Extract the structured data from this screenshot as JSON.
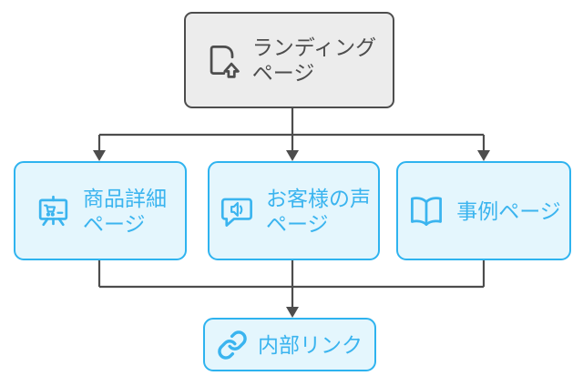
{
  "diagram": {
    "type": "flowchart",
    "background": "#ffffff",
    "colors": {
      "gray_node_fill": "#ececec",
      "gray_node_border": "#4d4d4d",
      "gray_node_text": "#4d4d4d",
      "blue_node_fill": "#e4f6fd",
      "blue_node_border": "#2eb3ef",
      "blue_node_text": "#3ab4ef",
      "edge": "#4d4d4d"
    },
    "nodes": [
      {
        "id": "landing-page",
        "variant": "gray",
        "icon": "page-upload-icon",
        "lines": [
          "ランディング",
          "ページ"
        ]
      },
      {
        "id": "product-detail-page",
        "variant": "blue",
        "icon": "presentation-board-cart-icon",
        "lines": [
          "商品詳細",
          "ページ"
        ]
      },
      {
        "id": "customer-voice-page",
        "variant": "blue",
        "icon": "speech-bubble-voice-icon",
        "lines": [
          "お客様の声",
          "ページ"
        ]
      },
      {
        "id": "case-study-page",
        "variant": "blue",
        "icon": "open-book-icon",
        "lines": [
          "事例ページ"
        ]
      },
      {
        "id": "internal-link",
        "variant": "blue",
        "icon": "link-icon",
        "lines": [
          "内部リンク"
        ]
      }
    ],
    "edges": [
      {
        "from": "landing-page",
        "to": "product-detail-page"
      },
      {
        "from": "landing-page",
        "to": "customer-voice-page"
      },
      {
        "from": "landing-page",
        "to": "case-study-page"
      },
      {
        "from": "product-detail-page",
        "to": "internal-link"
      },
      {
        "from": "customer-voice-page",
        "to": "internal-link"
      },
      {
        "from": "case-study-page",
        "to": "internal-link"
      }
    ]
  }
}
